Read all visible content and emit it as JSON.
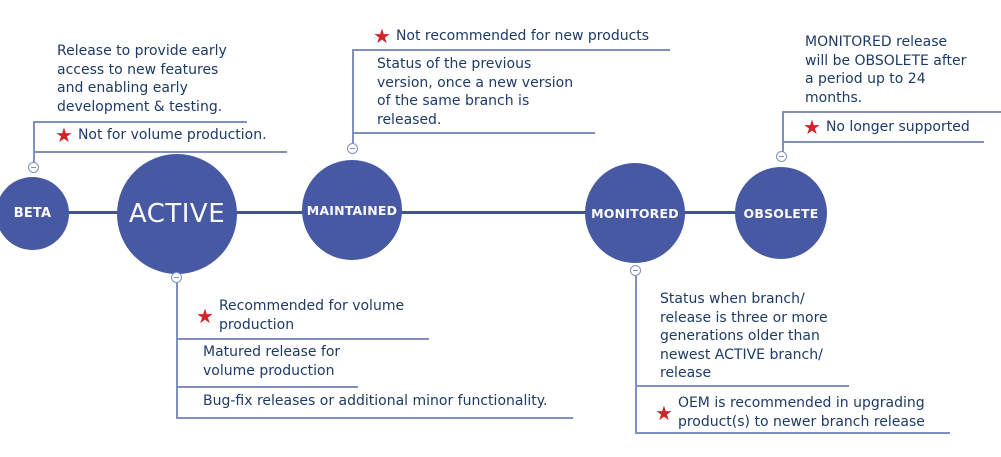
{
  "nodes": {
    "beta": {
      "label": "BETA"
    },
    "active": {
      "label": "ACTIVE"
    },
    "maintained": {
      "label": "MAINTAINED"
    },
    "monitored": {
      "label": "MONITORED"
    },
    "obsolete": {
      "label": "OBSOLETE"
    }
  },
  "annotations": {
    "beta": {
      "description": "Release to provide early\naccess to new features\nand enabling early\ndevelopment & testing.",
      "warning": "Not for volume production."
    },
    "active": {
      "warning": "Recommended for volume\nproduction",
      "note1": "Matured release for\nvolume production",
      "note2": "Bug-fix releases or additional minor functionality."
    },
    "maintained": {
      "warning": "Not recommended for new products",
      "description": "Status of the previous\nversion, once a new version\nof the same branch is\nreleased."
    },
    "monitored": {
      "description": "Status when branch/\nrelease is three or more\ngenerations older than\nnewest ACTIVE branch/\nrelease",
      "warning": "OEM is recommended in upgrading\nproduct(s) to newer branch release"
    },
    "obsolete": {
      "description": "MONITORED release\nwill be OBSOLETE after\na period up to 24\nmonths.",
      "warning": "No longer supported"
    }
  },
  "icons": {
    "warning_star": "★",
    "minus_connector": "−"
  },
  "colors": {
    "node_fill": "#4859A4",
    "timeline_line": "#3E529F",
    "annotation_line": "#8090BE",
    "text": "#1E3A66",
    "warning_star": "#D2252B",
    "node_label": "#FAFAFA"
  }
}
